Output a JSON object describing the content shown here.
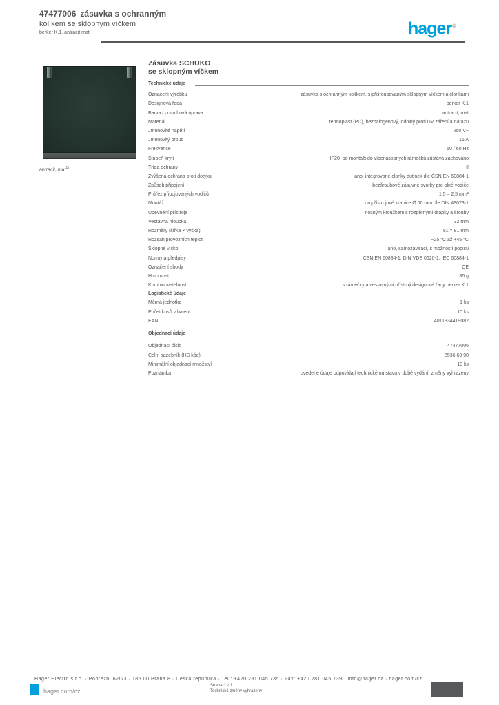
{
  "brand": {
    "logo_text": "hager",
    "logo_mark": "®",
    "blue": "#00a0dc"
  },
  "header": {
    "order_no": "47477006",
    "desc1": "zásuvka s ochranným",
    "desc2": "kolíkem se sklopným víčkem",
    "desc3": "berker K.1, antracit mat"
  },
  "product": {
    "caption": "antracit, mat",
    "caption_sup": "1)",
    "plate_color": "#24342f",
    "strip_color": "#4b5250"
  },
  "main": {
    "title_line1": "Zásuvka SCHUKO",
    "title_line2": "se sklopným víčkem",
    "section_label": "Technické údaje"
  },
  "table": {
    "sections": [
      {
        "header": "",
        "underline": false,
        "rows": [
          {
            "label": "Označení výrobku",
            "value": "zásuvka s ochranným kolíkem, s přišroubovaným sklopným víčkem a clonkami"
          },
          {
            "label": "Designová řada",
            "value": "berker K.1"
          },
          {
            "label": "Barva / povrchová úprava",
            "value": "antracit, mat"
          },
          {
            "label": "Materiál",
            "value": "termoplast (PC), bezhalogenový, odolný proti UV záření a nárazu"
          },
          {
            "label": "Jmenovité napětí",
            "value": "250 V~"
          },
          {
            "label": "Jmenovitý proud",
            "value": "16 A"
          },
          {
            "label": "Frekvence",
            "value": "50 / 60 Hz"
          },
          {
            "label": "Stupeň krytí",
            "value": "IP20, po montáži do vícenásobných rámečků zůstává zachováno"
          },
          {
            "label": "Třída ochrany",
            "value": "II"
          },
          {
            "label": "Zvýšená ochrana proti dotyku",
            "value": "ano, integrované clonky dutinek dle ČSN EN 60884-1"
          },
          {
            "label": "Způsob připojení",
            "value": "bezšroubové zásuvné svorky pro plné vodiče"
          },
          {
            "label": "Průřez připojovaných vodičů",
            "value": "1,5 – 2,5 mm²"
          },
          {
            "label": "Montáž",
            "value": "do přístrojové krabice Ø 60 mm dle DIN 49073-1"
          },
          {
            "label": "Upevnění přístroje",
            "value": "nosným kroužkem s rozpěrnými drápky a šrouby"
          },
          {
            "label": "Vestavná hloubka",
            "value": "32 mm"
          },
          {
            "label": "Rozměry (šířka × výška)",
            "value": "81 × 81 mm"
          },
          {
            "label": "Rozsah provozních teplot",
            "value": "−25 °C až +45 °C"
          },
          {
            "label": "Sklopné víčko",
            "value": "ano, samozavírací, s možností popisu"
          },
          {
            "label": "Normy a předpisy",
            "value": "ČSN EN 60884-1, DIN VDE 0620-1, IEC 60884-1"
          },
          {
            "label": "Označení shody",
            "value": "CE"
          },
          {
            "label": "Hmotnost",
            "value": "86 g"
          },
          {
            "label": "Kombinovatelnost",
            "value": "s rámečky a vestavnými přístroji designové řady berker K.1"
          }
        ]
      },
      {
        "header": "Logistické údaje",
        "underline": false,
        "rows": [
          {
            "label": "Měrná jednotka",
            "value": "1 ks"
          },
          {
            "label": "Počet kusů v balení",
            "value": "10 ks"
          },
          {
            "label": "EAN",
            "value": "4011334419082"
          }
        ]
      },
      {
        "header": "Objednací údaje",
        "underline": true,
        "rows": [
          {
            "label": "Objednací číslo",
            "value": "47477006"
          },
          {
            "label": "Celní sazebník (HS kód)",
            "value": "8536 69 90"
          },
          {
            "label": "Minimální objednací množství",
            "value": "10 ks"
          },
          {
            "label": "Poznámka",
            "value": "uvedené údaje odpovídají technickému stavu v době vydání, změny vyhrazeny"
          }
        ]
      }
    ]
  },
  "footer": {
    "address_line": "Hager Electro s.r.o.  ·  Pobřežní 620/3  ·  186 00 Praha 8  ·  Česká republika  ·  Tel.: +420 281 045 735  ·  Fax: +420 281 045 739  ·  info@hager.cz  ·  hager.com/cz",
    "website": "hager.com/cz",
    "center_line1": "Strana 1 z 1",
    "center_line2": "Technické změny vyhrazeny"
  }
}
